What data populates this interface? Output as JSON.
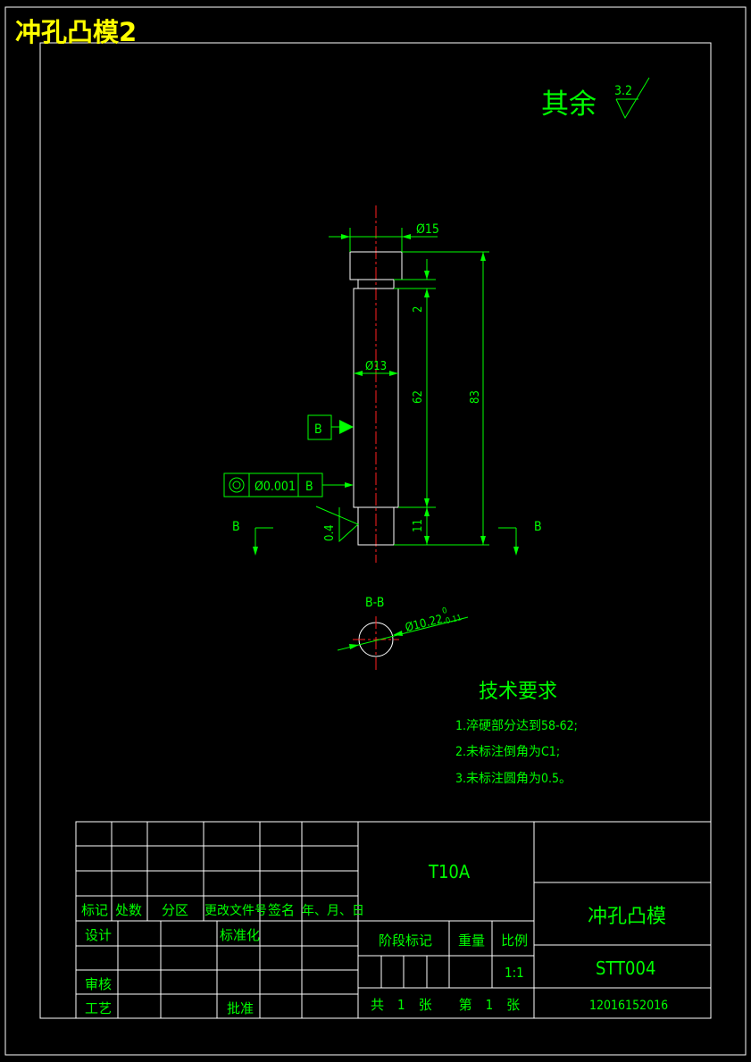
{
  "sheet_title": "冲孔凸模2",
  "roughness": {
    "label": "其余",
    "value": "3.2",
    "local_value": "0.4"
  },
  "dimensions": {
    "head_dia": "Ø15",
    "body_dia": "Ø13",
    "d2": "2",
    "d62": "62",
    "d83": "83",
    "d11": "11",
    "section_dia": "Ø10.22",
    "section_tol_upper": "0",
    "section_tol_lower": "-0.11"
  },
  "datum": {
    "label": "B"
  },
  "tolerance_frame": {
    "symbol": "◎",
    "value": "Ø0.001",
    "datum": "B"
  },
  "section": {
    "mark_left": "B",
    "mark_right": "B",
    "label": "B-B"
  },
  "tech_req": {
    "title": "技术要求",
    "items": [
      "1.淬硬部分达到58-62;",
      "2.未标注倒角为C1;",
      "3.未标注圆角为0.5。"
    ]
  },
  "title_block": {
    "h_mark": "标记",
    "h_count": "处数",
    "h_zone": "分区",
    "h_docno": "更改文件号",
    "h_sign": "签名",
    "h_date": "年、月、日",
    "design": "设计",
    "standard": "标准化",
    "review": "审核",
    "process": "工艺",
    "approve": "批准",
    "material": "T10A",
    "stage": "阶段标记",
    "weight": "重量",
    "scale_label": "比例",
    "scale": "1:1",
    "sheets": "共　1　张　　第　1　张",
    "part_name": "冲孔凸模",
    "drawing_no": "STT004",
    "student_id": "12016152016"
  }
}
